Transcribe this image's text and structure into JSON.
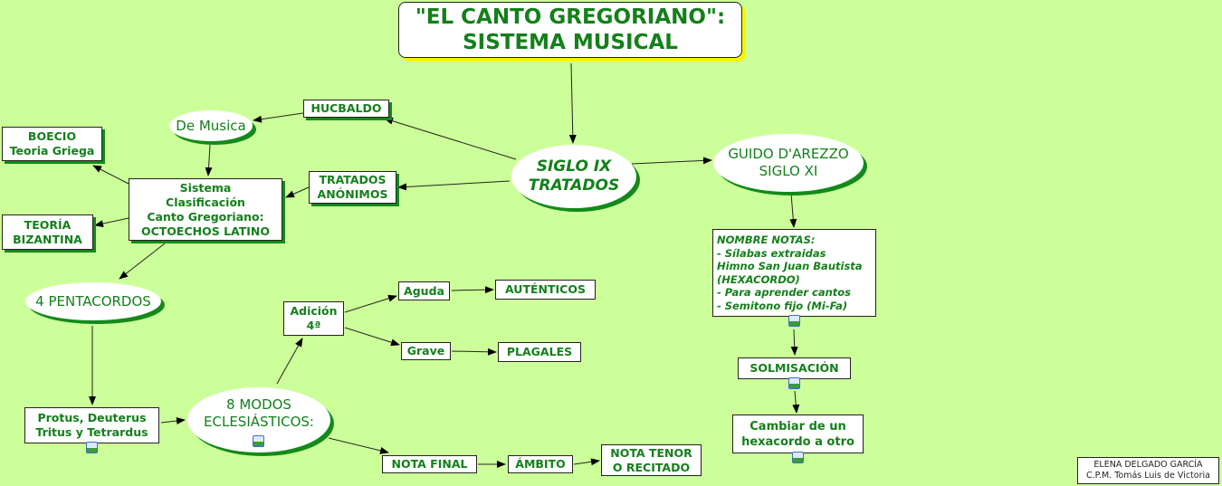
{
  "title": [
    "\"EL CANTO GREGORIANO\":",
    "SISTEMA MUSICAL"
  ],
  "nodes": {
    "hucbaldo": [
      "HUCBALDO"
    ],
    "de_musica": [
      "De Musica"
    ],
    "boecio": [
      "BOECIO",
      "Teoria Griega"
    ],
    "sistema": [
      "Sistema",
      "Clasificación",
      "Canto Gregoriano:",
      "OCTOECHOS LATINO"
    ],
    "tratados_anonimos": [
      "TRATADOS",
      "ANÓNIMOS"
    ],
    "teoria_bizantina": [
      "TEORÍA",
      "BIZANTINA"
    ],
    "siglo_ix": [
      "SIGLO IX",
      "TRATADOS"
    ],
    "guido": [
      "GUIDO D'AREZZO",
      "SIGLO XI"
    ],
    "nombre_notas": [
      "NOMBRE NOTAS:",
      "- Sílabas extraidas",
      "Himno San Juan Bautista",
      "(HEXACORDO)",
      "- Para aprender cantos",
      "- Semitono fijo (Mi-Fa)"
    ],
    "pentacordos": [
      "4 PENTACORDOS"
    ],
    "adicion": [
      "Adición",
      "4ª"
    ],
    "aguda": [
      "Aguda"
    ],
    "autenticos": [
      "AUTÉNTICOS"
    ],
    "grave": [
      "Grave"
    ],
    "plagales": [
      "PLAGALES"
    ],
    "solmisacion": [
      "SOLMISACIÓN"
    ],
    "cambiar": [
      "Cambiar de un",
      "hexacordo a otro"
    ],
    "protus": [
      "Protus, Deuterus",
      "Tritus y Tetrardus"
    ],
    "modos": [
      "8 MODOS",
      "ECLESIÁSTICOS:"
    ],
    "nota_final": [
      "NOTA FINAL"
    ],
    "ambito": [
      "ÁMBITO"
    ],
    "nota_tenor": [
      "NOTA TENOR",
      "O RECITADO"
    ]
  },
  "credit": [
    "ELENA DELGADO GARCÍA",
    "C.P.M. Tomás Luis de Victoria"
  ],
  "colors": {
    "background": "#ccff99",
    "text": "#13801a",
    "shadow": "#138a1a",
    "title_shadow": "#f5f500"
  }
}
